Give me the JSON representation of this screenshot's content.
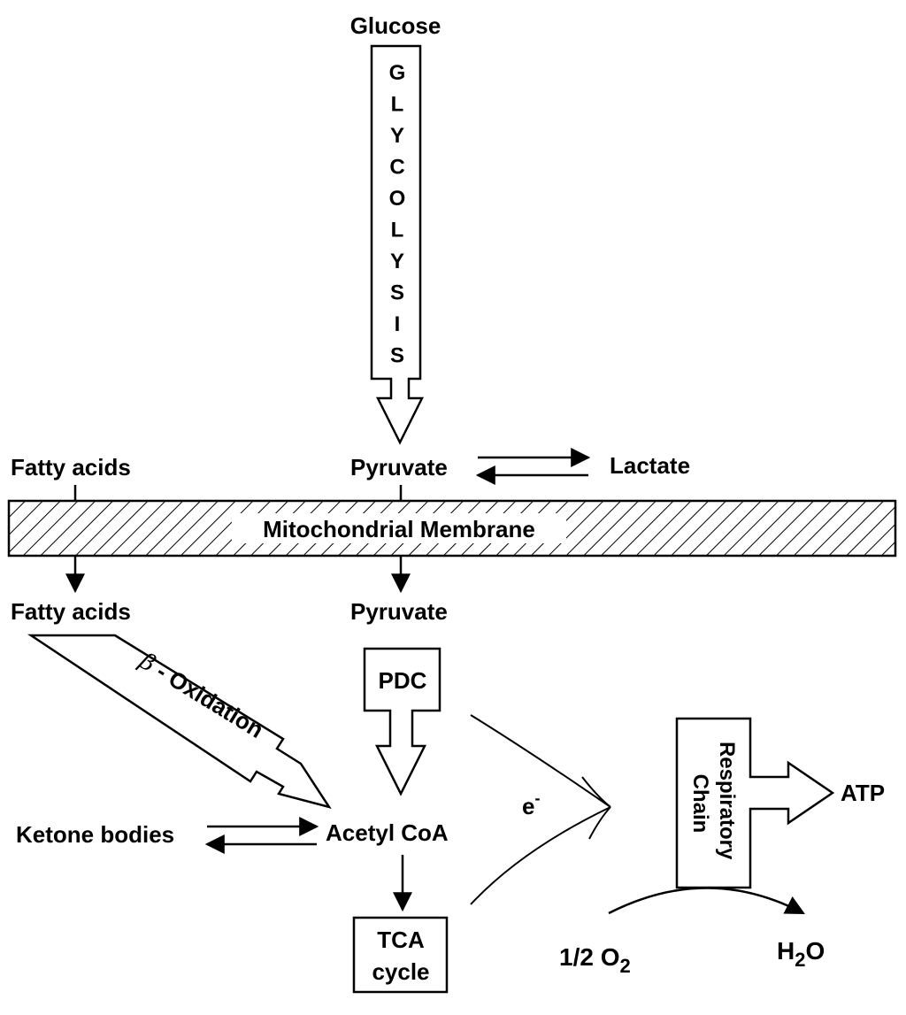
{
  "labels": {
    "glucose": "Glucose",
    "glycolysis_letters": [
      "G",
      "L",
      "Y",
      "C",
      "O",
      "L",
      "Y",
      "S",
      "I",
      "S"
    ],
    "fatty_acids_outer": "Fatty acids",
    "pyruvate_outer": "Pyruvate",
    "lactate": "Lactate",
    "membrane": "Mitochondrial Membrane",
    "fatty_acids_inner": "Fatty acids",
    "pyruvate_inner": "Pyruvate",
    "beta_symbol": "β",
    "beta_oxidation": " - Oxidation",
    "pdc": "PDC",
    "ketone_bodies": "Ketone bodies",
    "acetyl_coa": "Acetyl CoA",
    "tca_line1": "TCA",
    "tca_line2": "cycle",
    "electron": "e",
    "electron_sup": "-",
    "respiratory_line1": "Respiratory",
    "respiratory_line2": "Chain",
    "atp": "ATP",
    "oxygen": "1/2 O",
    "oxygen_sub": "2",
    "water_h": "H",
    "water_sub": "2",
    "water_o": "O"
  },
  "colors": {
    "ink": "#000000",
    "paper": "#ffffff"
  }
}
